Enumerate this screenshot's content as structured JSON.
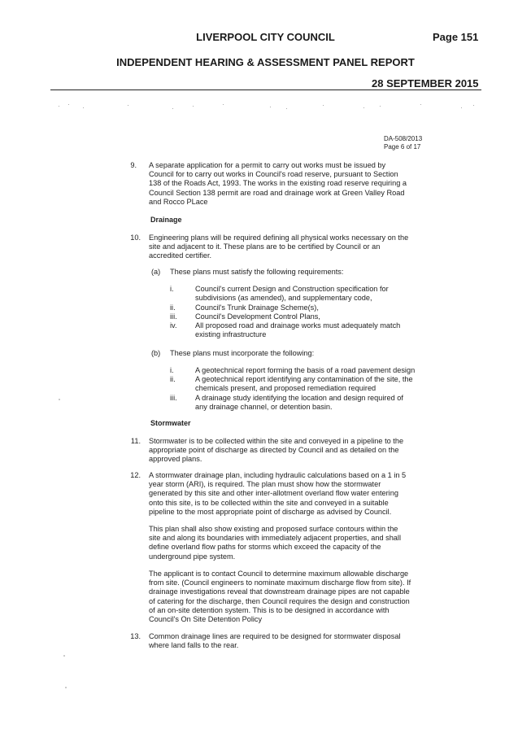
{
  "header": {
    "council": "LIVERPOOL CITY COUNCIL",
    "page": "Page 151",
    "report": "INDEPENDENT HEARING & ASSESSMENT PANEL REPORT",
    "date": "28 SEPTEMBER 2015"
  },
  "reference": {
    "da_number": "DA-508/2013",
    "page_of": "Page 6 of 17"
  },
  "conditions": {
    "c9": {
      "num": "9.",
      "lines": [
        "A separate application for a permit to carry out works must be issued by",
        "Council for to carry out works in Council's road reserve, pursuant to Section",
        "138 of the Roads Act, 1993.  The works in the existing road reserve requiring a",
        "Council Section 138 permit are road and drainage work at Green Valley Road",
        "and Rocco PLace"
      ]
    },
    "drainage_heading": "Drainage",
    "c10": {
      "num": "10.",
      "lines": [
        "Engineering plans will be required defining all physical works necessary on the",
        "site and adjacent to it. These plans are to be certified by Council or an",
        "accredited certifier."
      ],
      "a": {
        "label": "(a)",
        "text": "These plans must satisfy the following requirements:",
        "items": [
          {
            "numeral": "i.",
            "lines": [
              "Council's current Design and Construction specification for",
              "subdivisions (as amended), and supplementary code,"
            ]
          },
          {
            "numeral": "ii.",
            "lines": [
              "Council's Trunk Drainage Scheme(s),"
            ]
          },
          {
            "numeral": "iii.",
            "lines": [
              "Council's Development Control Plans,"
            ]
          },
          {
            "numeral": "iv.",
            "lines": [
              "All proposed road and drainage works must adequately match",
              "existing infrastructure"
            ]
          }
        ]
      },
      "b": {
        "label": "(b)",
        "text": "These plans must incorporate the following:",
        "items": [
          {
            "numeral": "i.",
            "lines": [
              "A geotechnical report forming the basis of a road pavement design"
            ]
          },
          {
            "numeral": "ii.",
            "lines": [
              "A geotechnical report identifying any contamination of the site, the",
              "chemicals present, and proposed remediation required"
            ]
          },
          {
            "numeral": "iii.",
            "lines": [
              "A drainage study identifying the location and design required of",
              "any drainage channel, or detention basin."
            ]
          }
        ]
      }
    },
    "stormwater_heading": "Stormwater",
    "c11": {
      "num": "11.",
      "lines": [
        "Stormwater is to be collected within the site and conveyed in a pipeline to the",
        "appropriate point of discharge as directed by Council and as detailed on the",
        "approved plans."
      ]
    },
    "c12": {
      "num": "12.",
      "p1": [
        "A stormwater drainage plan, including hydraulic calculations based on a 1 in 5",
        "year storm (ARI), is required. The plan must show how the stormwater",
        "generated by this site and other inter-allotment overland flow water entering",
        "onto this site, is to be collected within the site and conveyed in a suitable",
        "pipeline to the most appropriate point of discharge as advised by Council."
      ],
      "p2": [
        "This plan shall also show existing and proposed surface contours within the",
        "site and along its boundaries with immediately adjacent properties, and shall",
        "define overland flow paths for storms which exceed the capacity of the",
        "underground pipe system."
      ],
      "p3": [
        "The applicant is to contact Council to determine maximum allowable discharge",
        "from site. (Council engineers to nominate maximum discharge flow from site). If",
        "drainage investigations reveal that downstream drainage pipes are not capable",
        "of catering for the discharge, then Council requires the design and construction",
        "of an on-site detention system. This is to be designed in accordance with",
        "Council's On Site Detention Policy"
      ]
    },
    "c13": {
      "num": "13.",
      "lines": [
        "Common drainage lines are required to be designed for stormwater disposal",
        "where land falls to the rear."
      ]
    }
  }
}
